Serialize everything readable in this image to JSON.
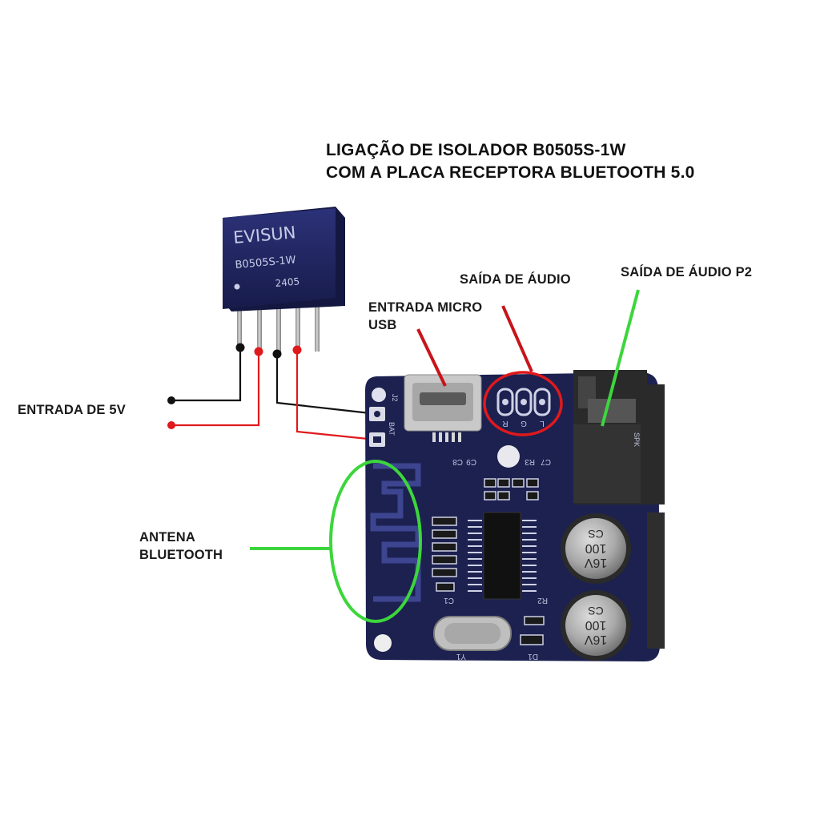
{
  "title": {
    "line1": "LIGAÇÃO DE ISOLADOR B0505S-1W",
    "line2": "COM A PLACA RECEPTORA BLUETOOTH 5.0"
  },
  "labels": {
    "input_5v": "ENTRADA DE 5V",
    "micro_usb_line1": "ENTRADA MICRO",
    "micro_usb_line2": "USB",
    "audio_out": "SAÍDA DE ÁUDIO",
    "audio_out_p2": "SAÍDA DE ÁUDIO P2",
    "antenna_line1": "ANTENA",
    "antenna_line2": "BLUETOOTH"
  },
  "isolator": {
    "brand": "EVISUN",
    "model": "B0505S-1W",
    "code": "2405"
  },
  "board": {
    "silk_j2": "J2",
    "silk_bat": "BAT",
    "silk_l": "L",
    "silk_g": "G",
    "silk_r": "R",
    "silk_c9": "C9",
    "silk_c8": "C8",
    "silk_c7": "C7",
    "silk_r3": "R3",
    "silk_c1": "C1",
    "silk_r2": "R2",
    "silk_y1": "Y1",
    "silk_d1": "D1",
    "silk_spk": "SPK",
    "cap1_voltage": "16V",
    "cap1_value": "100",
    "cap1_series": "CS",
    "cap2_voltage": "16V",
    "cap2_value": "100",
    "cap2_series": "CS"
  },
  "colors": {
    "wire_black": "#111111",
    "wire_red": "#e0191c",
    "pointer_red": "#c8141b",
    "highlight_green": "#3cd63c",
    "pcb_blue": "#1c2150"
  }
}
